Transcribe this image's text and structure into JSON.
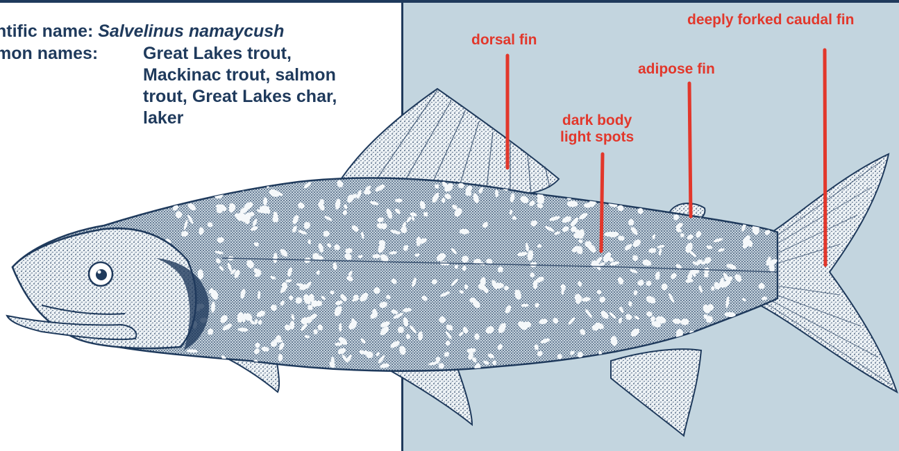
{
  "info": {
    "scientific_label": "ntific name:",
    "scientific_value": "Salvelinus namaycush",
    "common_label": "mon names:",
    "common_lines": [
      "Great Lakes trout,",
      "Mackinac trout, salmon",
      "trout, Great Lakes char,",
      "laker"
    ]
  },
  "labels": {
    "dorsal": "dorsal fin",
    "adipose": "adipose fin",
    "body_line1": "dark body",
    "body_line2": "light spots",
    "caudal": "deeply forked caudal fin"
  },
  "colors": {
    "navy": "#1f3a5c",
    "panel_blue": "#c3d5df",
    "label_red": "#e2372b"
  }
}
